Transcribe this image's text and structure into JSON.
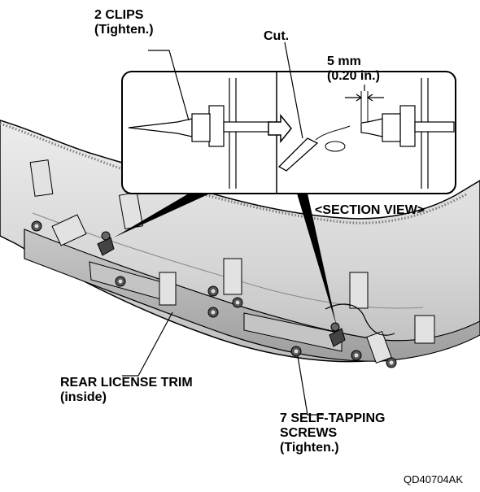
{
  "labels": {
    "clips_line1": "2 CLIPS",
    "clips_line2": "(Tighten.)",
    "cut": "Cut.",
    "dim_line1": "5 mm",
    "dim_line2": "(0.20 in.)",
    "section_view": "<SECTION VIEW>",
    "trim_line1": "REAR LICENSE TRIM",
    "trim_line2": "(inside)",
    "screws_line1": "7 SELF-TAPPING",
    "screws_line2": "SCREWS",
    "screws_line3": "(Tighten.)"
  },
  "figure_code": "QD40704AK",
  "icons": [
    "clip-icon",
    "screw-icon",
    "cutter-icon",
    "arrow-right-icon"
  ],
  "colors": {
    "ink": "#000000",
    "panel": "#dcdcdc",
    "panel_dark": "#b4b4b4",
    "paper": "#ffffff"
  }
}
